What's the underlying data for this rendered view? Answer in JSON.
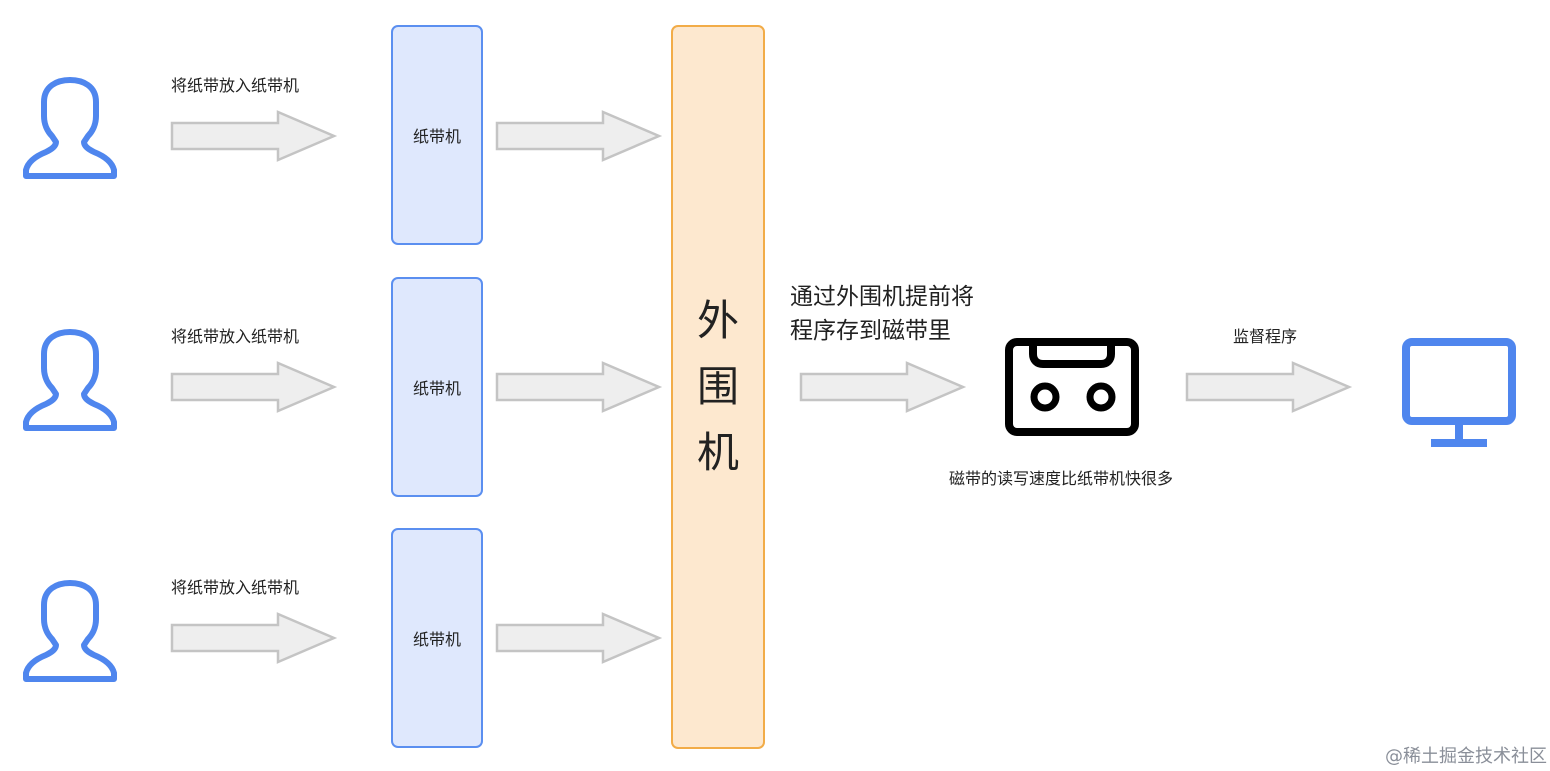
{
  "rows": [
    {
      "action_label": "将纸带放入纸带机",
      "tape_machine_label": "纸带机"
    },
    {
      "action_label": "将纸带放入纸带机",
      "tape_machine_label": "纸带机"
    },
    {
      "action_label": "将纸带放入纸带机",
      "tape_machine_label": "纸带机"
    }
  ],
  "peripheral": {
    "chars": [
      "外",
      "围",
      "机"
    ]
  },
  "transfer": {
    "line1": "通过外围机提前将",
    "line2": "程序存到磁带里"
  },
  "tape_note": "磁带的读写速度比纸带机快很多",
  "monitor_label": "监督程序",
  "watermark": "@稀土掘金技术社区",
  "colors": {
    "user_icon": "#4f86ee",
    "tape_machine_fill": "#dfe8fd",
    "tape_machine_border": "#5b8ff0",
    "peripheral_fill": "#fde8cf",
    "peripheral_border": "#f2ac48",
    "arrow_fill": "#eeeeee",
    "arrow_stroke": "#c4c4c4",
    "cassette": "#000000",
    "monitor": "#4f86ee"
  },
  "icons": [
    "user-icon",
    "cassette-tape-icon",
    "monitor-icon",
    "arrow-right-icon"
  ]
}
